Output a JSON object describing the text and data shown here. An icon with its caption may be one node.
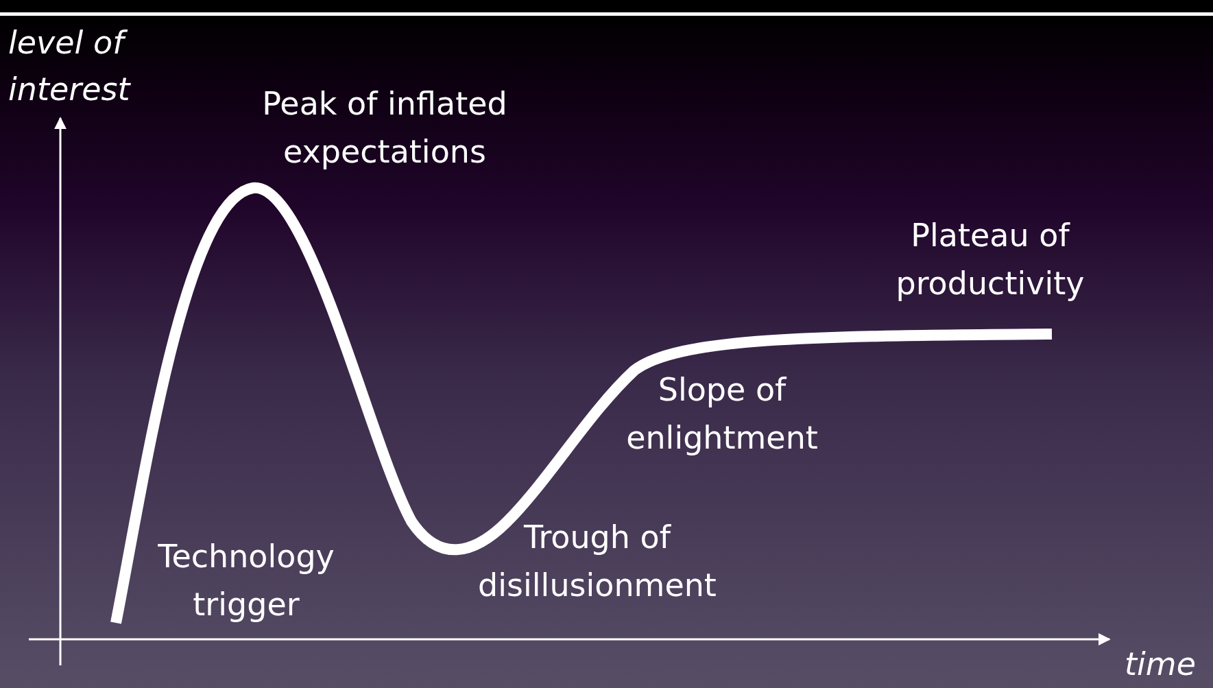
{
  "diagram": {
    "labels": [
      "level of interest",
      "Peak of inflated expectations",
      "Plateau of productivity",
      "Slope of enlightment",
      "Technology trigger",
      "Trough of disillusionment",
      "time"
    ]
  }
}
